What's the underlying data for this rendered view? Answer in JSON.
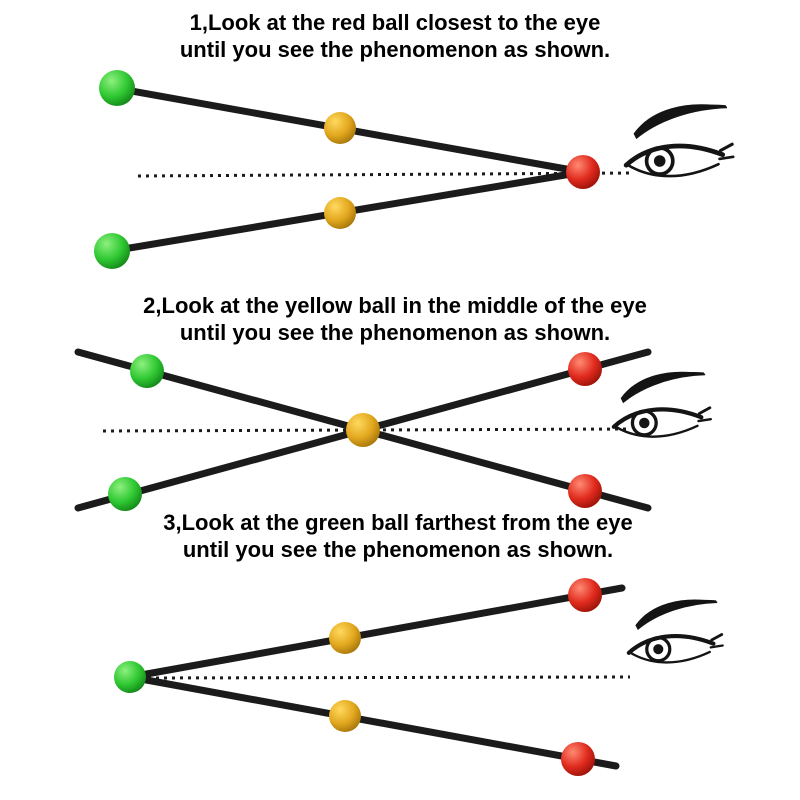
{
  "page": {
    "background": "#ffffff"
  },
  "colors": {
    "line": "#1b1b1b",
    "text": "#000000",
    "green_light": "#8df07f",
    "green": "#2fc832",
    "green_dark": "#0f7d14",
    "yellow_light": "#ffd95e",
    "yellow": "#e2a71e",
    "yellow_dark": "#9c6e07",
    "red_light": "#ff8a72",
    "red": "#e02a1e",
    "red_dark": "#8f0f05"
  },
  "sections": [
    {
      "step": "1",
      "caption_line1": "1,Look at the red ball closest to the eye",
      "caption_line2": "until you see the phenomenon as shown.",
      "focus_ball": "red",
      "pattern": "two strings converging at the red ball nearest the eye",
      "balls_far_to_near": [
        "green",
        "yellow",
        "red"
      ]
    },
    {
      "step": "2",
      "caption_line1": "2,Look at the yellow ball in the middle of the eye",
      "caption_line2": "until you see the phenomenon as shown.",
      "focus_ball": "yellow",
      "pattern": "two strings crossing at the middle yellow ball",
      "balls_far_to_near": [
        "green",
        "yellow",
        "red"
      ]
    },
    {
      "step": "3",
      "caption_line1": "3,Look at the green ball farthest from the eye",
      "caption_line2": "until you see the phenomenon as shown.",
      "focus_ball": "green",
      "pattern": "two strings diverging from the far green ball",
      "balls_far_to_near": [
        "green",
        "yellow",
        "red"
      ]
    }
  ]
}
